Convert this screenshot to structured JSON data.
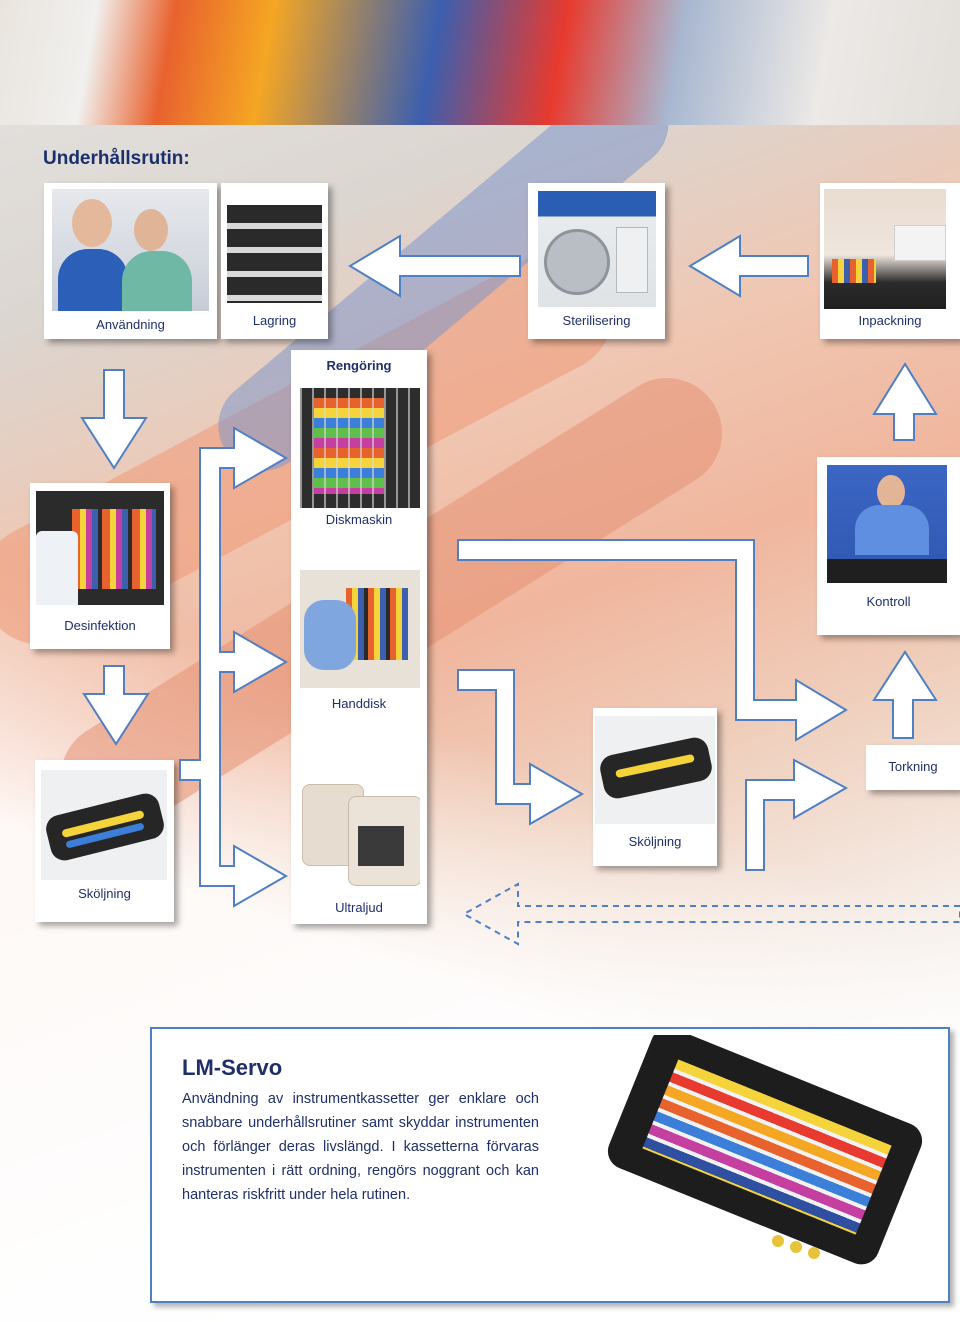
{
  "heading": "Underhållsrutin:",
  "steps": {
    "anvandning": "Användning",
    "lagring": "Lagring",
    "sterilisering": "Sterilisering",
    "inpackning": "Inpackning",
    "rengoring": "Rengöring",
    "diskmaskin": "Diskmaskin",
    "desinfektion": "Desinfektion",
    "kontroll": "Kontroll",
    "handdisk": "Handdisk",
    "torkning": "Torkning",
    "skoljning_right": "Sköljning",
    "skoljning_left": "Sköljning",
    "ultraljud": "Ultraljud"
  },
  "info": {
    "title": "LM-Servo",
    "text": "Användning av instrumentkassetter ger enklare och snabbare underhållsrutiner samt skyddar instrumenten och förlänger deras livslängd. I kassetterna förvaras instrumenten i rätt ordning, rengörs noggrant och kan hanteras riskfritt under hela rutinen."
  },
  "colors": {
    "arrow_stroke": "#4f7fc4",
    "text": "#1f2f6a",
    "heading": "#1a2f6b"
  }
}
